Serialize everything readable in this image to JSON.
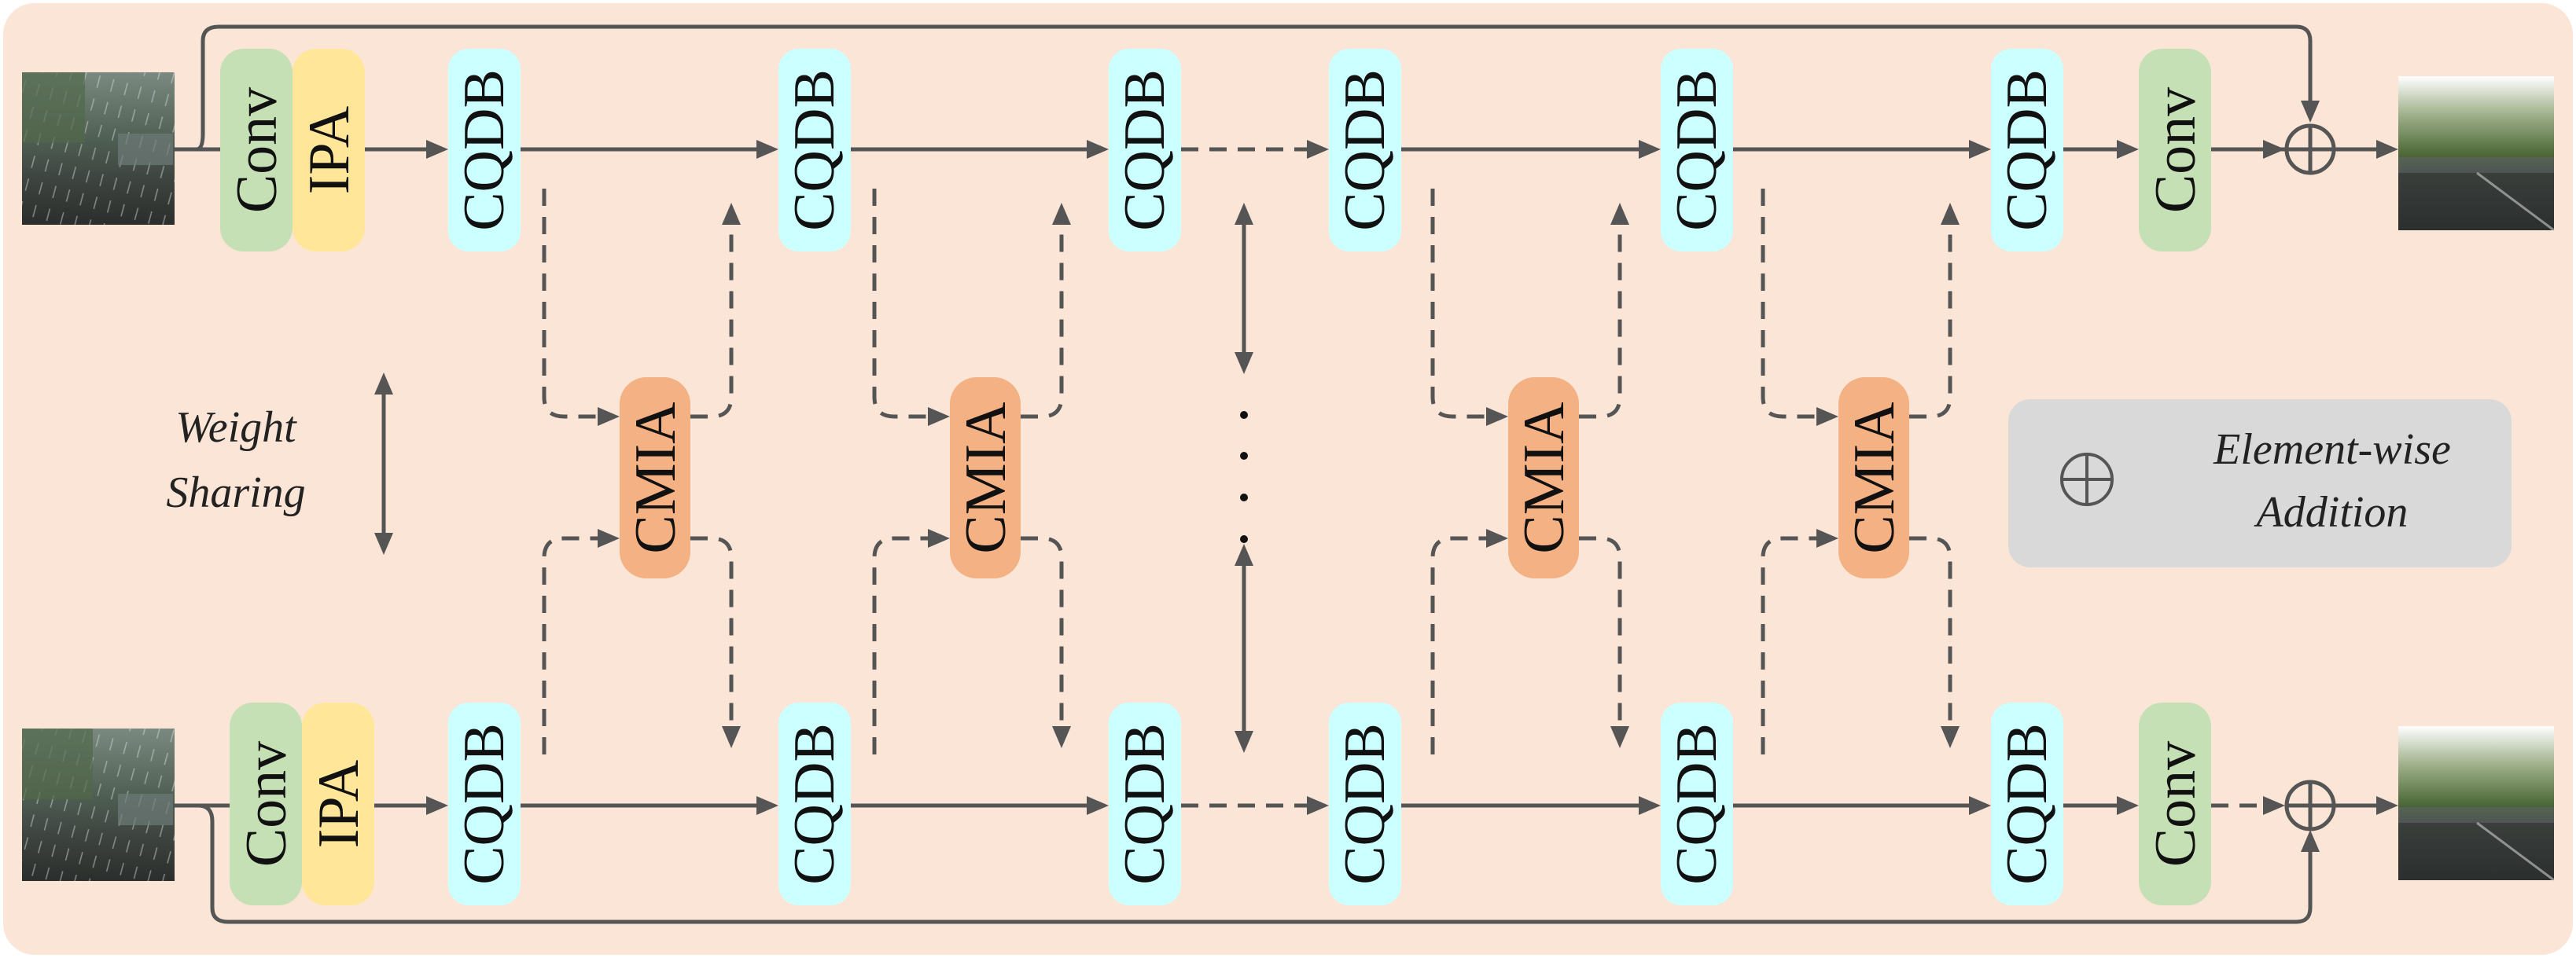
{
  "blocks": {
    "conv": "Conv",
    "ipa": "IPA",
    "cqdb": "CQDB",
    "cmia": "CMIA"
  },
  "legend": {
    "weight_sharing_line1": "Weight",
    "weight_sharing_line2": "Sharing",
    "element_wise_line1": "Element-wise",
    "element_wise_line2": "Addition"
  },
  "colors": {
    "panel": "#fbe5d6",
    "conv": "#c5e0b4",
    "ipa": "#ffe699",
    "cqdb": "#ccffff",
    "cmia": "#f4b183",
    "legend_box": "#d9d9d9",
    "arrow": "#555555"
  }
}
